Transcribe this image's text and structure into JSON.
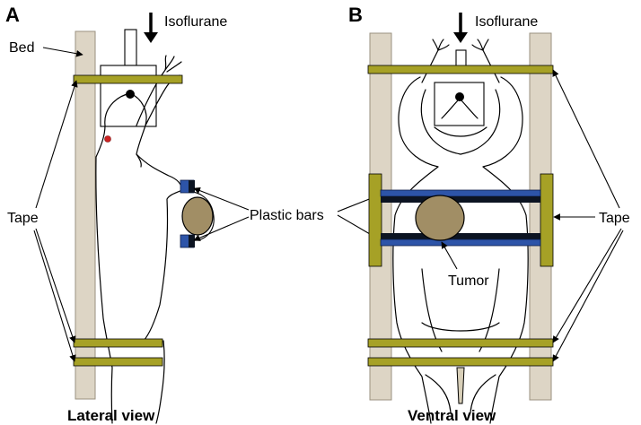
{
  "panels": [
    {
      "letter": "A",
      "caption": "Lateral view",
      "labels": {
        "isoflurane": "Isoflurane",
        "bed": "Bed",
        "tape": "Tape",
        "plastic_bars": "Plastic bars"
      }
    },
    {
      "letter": "B",
      "caption": "Ventral view",
      "labels": {
        "isoflurane": "Isoflurane",
        "tape": "Tape",
        "tumor": "Tumor"
      }
    }
  ],
  "colors": {
    "bed": "#ddd5c5",
    "tape": "#a6a126",
    "plastic_bar": "#2d54a8",
    "tumor": "#a18e65",
    "eye": "#cc2222"
  }
}
